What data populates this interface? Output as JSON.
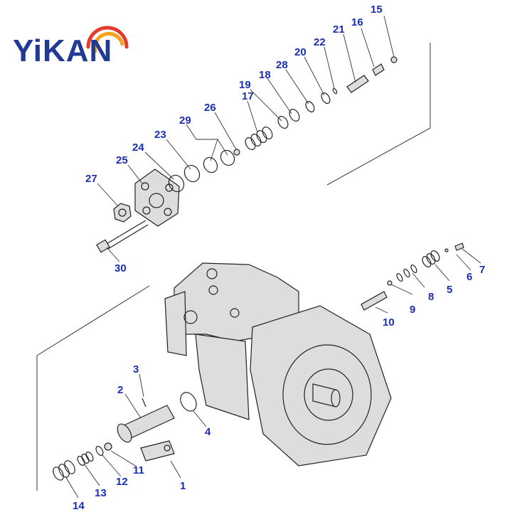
{
  "logo": {
    "text": "YiKAN",
    "arc_colors": [
      "#e43b2c",
      "#f4a21a"
    ],
    "text_color": "#1f3b96"
  },
  "callouts": [
    "1",
    "2",
    "3",
    "4",
    "5",
    "6",
    "7",
    "8",
    "9",
    "10",
    "11",
    "12",
    "13",
    "14",
    "15",
    "16",
    "17",
    "18",
    "19",
    "20",
    "21",
    "22",
    "23",
    "24",
    "25",
    "26",
    "27",
    "28",
    "29",
    "30"
  ],
  "colors": {
    "callout": "#1a2fb0",
    "line": "#222222"
  }
}
